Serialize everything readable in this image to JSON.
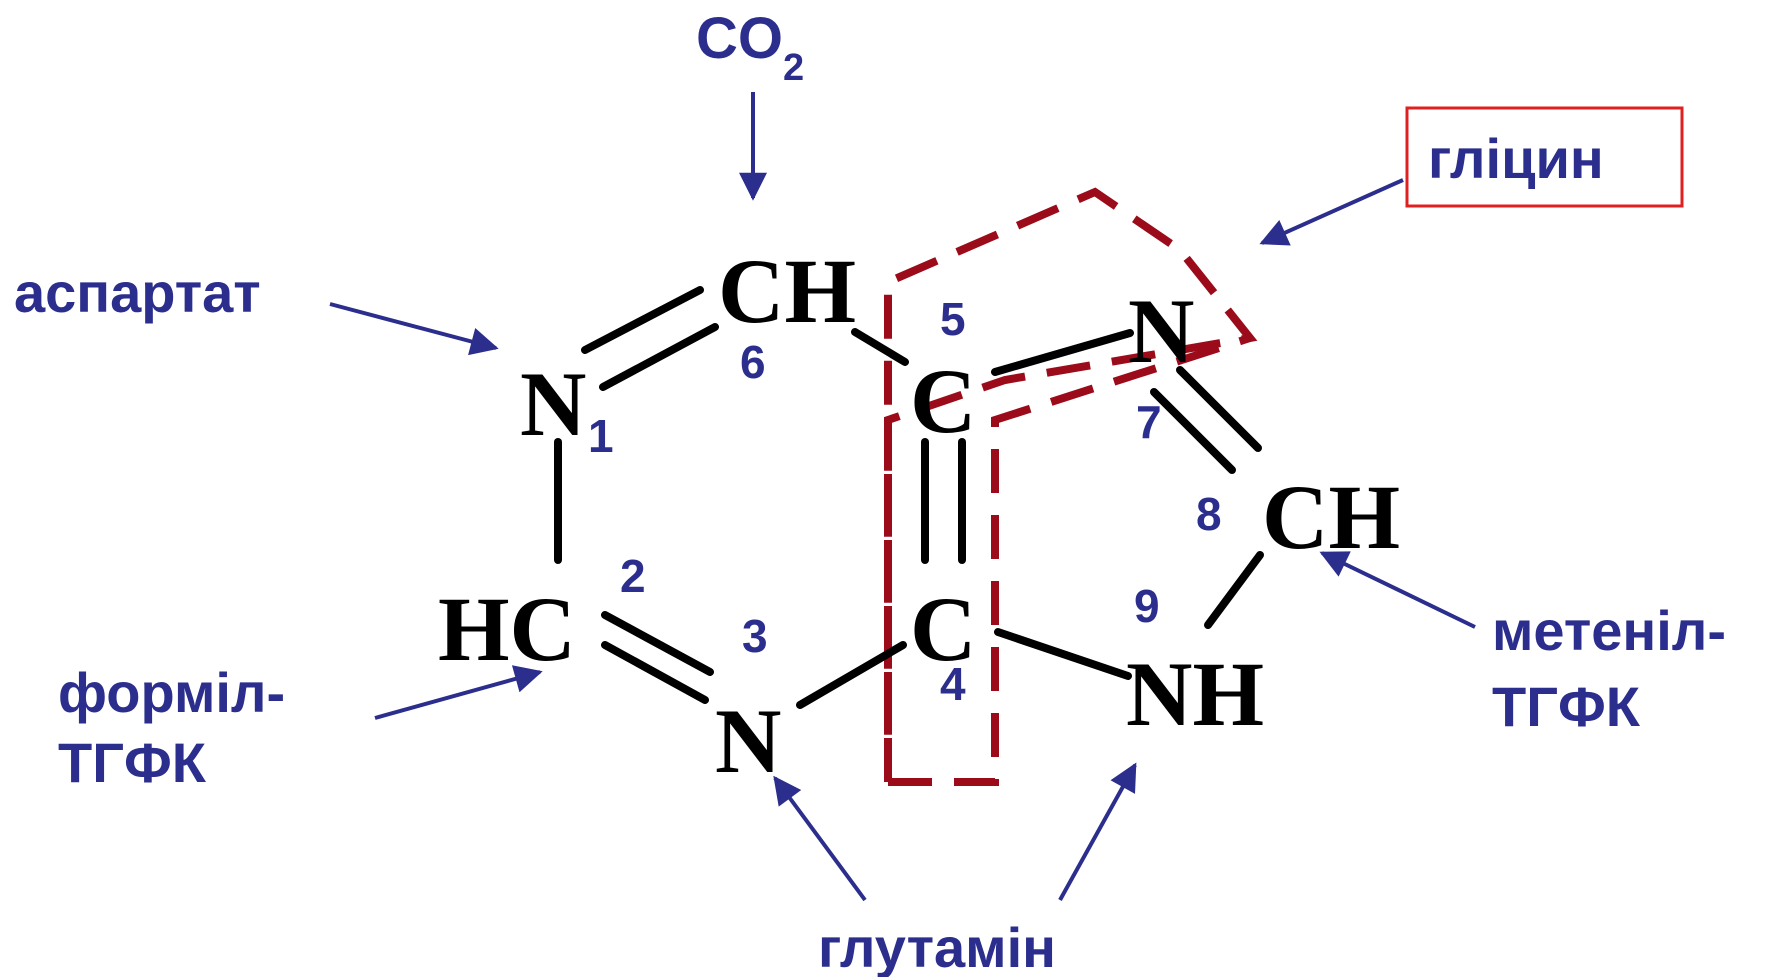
{
  "colors": {
    "label": "#2b2e8c",
    "bond": "#000000",
    "dashed_region": "#9b0b1a",
    "glycine_box": "#e02020",
    "background": "#ffffff"
  },
  "atoms": {
    "n1": "N",
    "c2": "HC",
    "n3": "N",
    "c4": "C",
    "c5": "C",
    "c6": "CH",
    "n7": "N",
    "c8": "CH",
    "n9": "NH"
  },
  "positions": {
    "p1": "1",
    "p2": "2",
    "p3": "3",
    "p4": "4",
    "p5": "5",
    "p6": "6",
    "p7": "7",
    "p8": "8",
    "p9": "9"
  },
  "sources": {
    "co2": {
      "main": "CO",
      "sub": "2"
    },
    "aspartate": "аспартат",
    "glycine": "гліцин",
    "formyl_line1": "форміл-",
    "formyl_line2": "ТГФК",
    "methenyl_line1": "метеніл-",
    "methenyl_line2": "ТГФК",
    "glutamine": "глутамін"
  }
}
